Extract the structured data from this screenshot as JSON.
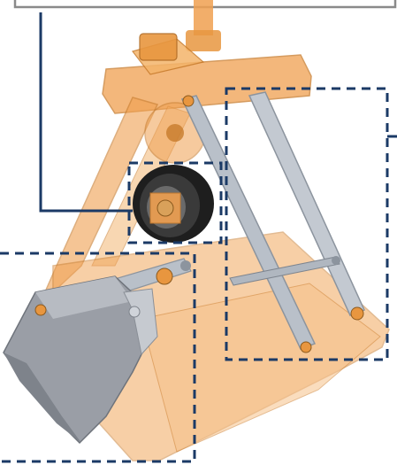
{
  "figure": {
    "subject": "clamshell-grab-bucket",
    "palette": {
      "frame_orange": "#F0A050",
      "frame_orange_dark": "#C77A2A",
      "frame_orange_light": "#F8C88E",
      "steel_arm": "#B9C0C9",
      "steel_arm_dark": "#8C949E",
      "bucket_gray": "#9A9EA6",
      "bucket_gray_dark": "#6E737B",
      "pulley_black": "#1E1E1E",
      "callout_navy": "#1B3A66",
      "top_box_border": "#8A8A8A"
    },
    "icons": [
      "grab-bucket-illustration",
      "pulley-sheave-icon"
    ],
    "callouts": [
      {
        "id": "pulley-callout",
        "style": "solid",
        "color": "#1B3A66"
      },
      {
        "id": "arm-region",
        "style": "dashed",
        "color": "#1B3A66"
      },
      {
        "id": "bucket-region",
        "style": "dashed",
        "color": "#1B3A66"
      },
      {
        "id": "sheave-region",
        "style": "dashed",
        "color": "#1B3A66"
      }
    ]
  }
}
